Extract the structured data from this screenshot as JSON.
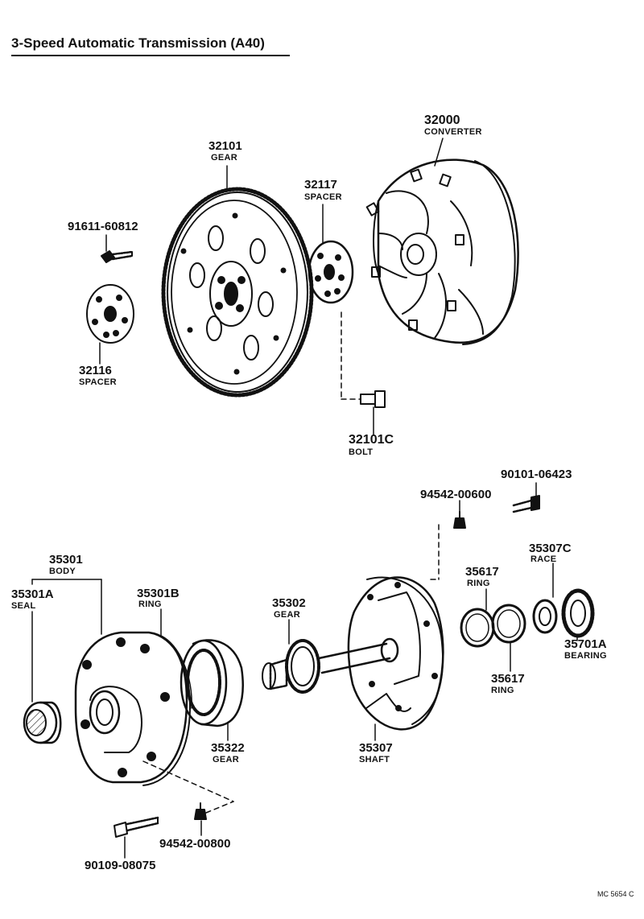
{
  "title": "3-Speed Automatic Transmission (A40)",
  "footer_code": "MC 5654 C",
  "parts": [
    {
      "key": "p32101",
      "number": "32101",
      "name": "GEAR"
    },
    {
      "key": "p32000",
      "number": "32000",
      "name": "CONVERTER"
    },
    {
      "key": "p32117",
      "number": "32117",
      "name": "SPACER"
    },
    {
      "key": "p91611",
      "number": "91611-60812",
      "name": ""
    },
    {
      "key": "p32116",
      "number": "32116",
      "name": "SPACER"
    },
    {
      "key": "p32101C",
      "number": "32101C",
      "name": "BOLT"
    },
    {
      "key": "p90101",
      "number": "90101-06423",
      "name": ""
    },
    {
      "key": "p94542a",
      "number": "94542-00600",
      "name": ""
    },
    {
      "key": "p35307C",
      "number": "35307C",
      "name": "RACE"
    },
    {
      "key": "p35301",
      "number": "35301",
      "name": "BODY"
    },
    {
      "key": "p35617a",
      "number": "35617",
      "name": "RING"
    },
    {
      "key": "p35301A",
      "number": "35301A",
      "name": "SEAL"
    },
    {
      "key": "p35301B",
      "number": "35301B",
      "name": "RING"
    },
    {
      "key": "p35302",
      "number": "35302",
      "name": "GEAR"
    },
    {
      "key": "p35701A",
      "number": "35701A",
      "name": "BEARING"
    },
    {
      "key": "p35617b",
      "number": "35617",
      "name": "RING"
    },
    {
      "key": "p35322",
      "number": "35322",
      "name": "GEAR"
    },
    {
      "key": "p35307",
      "number": "35307",
      "name": "SHAFT"
    },
    {
      "key": "p94542b",
      "number": "94542-00800",
      "name": ""
    },
    {
      "key": "p90109",
      "number": "90109-08075",
      "name": ""
    }
  ]
}
